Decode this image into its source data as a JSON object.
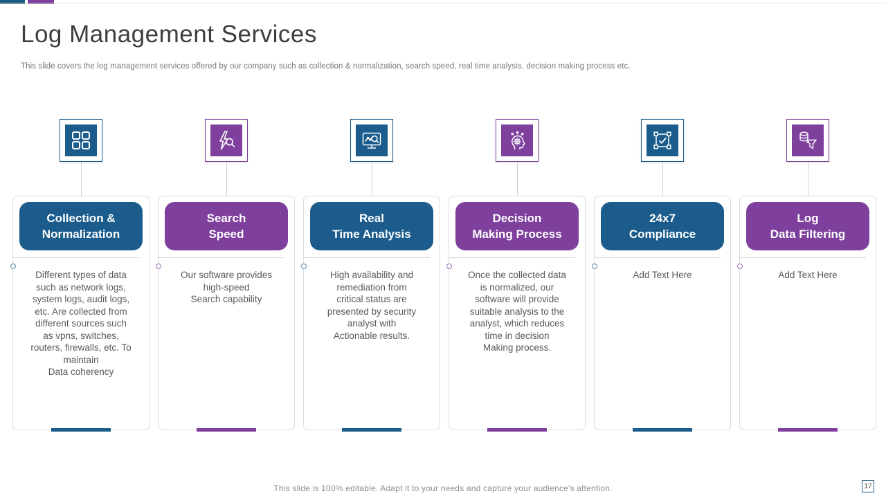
{
  "slide": {
    "title": "Log Management Services",
    "subtitle": "This slide covers the log management services offered by our company such as collection & normalization, search speed, real time analysis, decision making process etc.",
    "footer": "This slide is 100% editable. Adapt it to your needs and capture your audience's attention.",
    "page_number": "17"
  },
  "colors": {
    "blue": "#1b5c8c",
    "teal_accent": "#1b5c7e",
    "purple": "#7e3f9d",
    "body_text": "#595959",
    "card_border": "#dcdcdc"
  },
  "columns": [
    {
      "theme": "blue",
      "icon": "grid-icon",
      "title": "Collection &\nNormalization",
      "body": "Different types of data\nsuch as network logs,\nsystem logs, audit logs,\netc. Are collected from\ndifferent sources such\nas vpns, switches,\nrouters, firewalls, etc. To\nmaintain\nData coherency"
    },
    {
      "theme": "purple",
      "icon": "lightning-search-icon",
      "title": "Search\nSpeed",
      "body": "Our software provides\nhigh-speed\nSearch capability"
    },
    {
      "theme": "blue",
      "icon": "monitor-analytics-icon",
      "title": "Real\nTime Analysis",
      "body": "High availability and\nremediation from\ncritical status are\npresented by security\nanalyst with\nActionable results."
    },
    {
      "theme": "purple",
      "icon": "head-gear-icon",
      "title": "Decision\nMaking Process",
      "body": "Once the collected data\nis normalized, our\nsoftware will provide\nsuitable analysis to the\nanalyst, which reduces\ntime in decision\nMaking process."
    },
    {
      "theme": "blue",
      "icon": "checkbox-selection-icon",
      "title": "24x7\nCompliance",
      "body": "Add Text Here"
    },
    {
      "theme": "purple",
      "icon": "data-funnel-icon",
      "title": "Log\nData Filtering",
      "body": "Add Text Here"
    }
  ]
}
